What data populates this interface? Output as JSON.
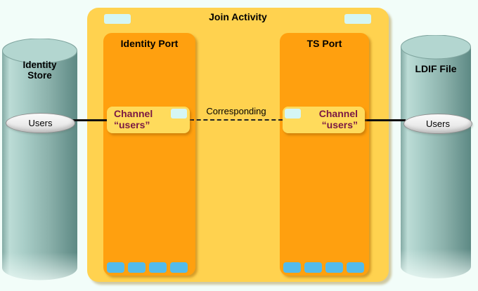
{
  "activity": {
    "title": "Join Activity",
    "ports": [
      {
        "label": "Identity Port",
        "channel": "Channel\n“users”"
      },
      {
        "label": "TS Port",
        "channel": "Channel\n“users”"
      }
    ],
    "link_label": "Corresponding"
  },
  "stores": [
    {
      "label": "Identity\nStore",
      "oval_label": "Users"
    },
    {
      "label": "LDIF File",
      "oval_label": "Users"
    }
  ],
  "colors": {
    "background": "#F2FDF9",
    "activity_fill": "#FFD24F",
    "port_fill": "#FFA00F",
    "channel_fill": "#FFDB5C",
    "channel_text": "#7A1843",
    "connector_chip": "#D5F6F4",
    "port_chip": "#54BBEB",
    "cylinder_light": "#BCDCD6",
    "cylinder_dark": "#5D8984",
    "line": "#101010"
  }
}
